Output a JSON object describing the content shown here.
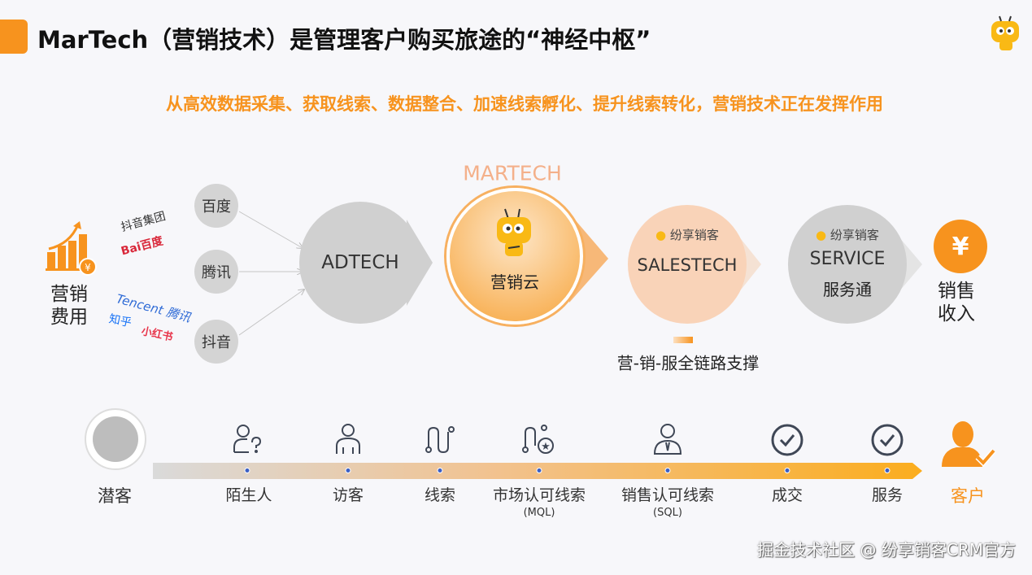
{
  "header": {
    "title": "MarTech（营销技术）是管理客户购买旅途的“神经中枢”",
    "subtitle": "从高效数据采集、获取线索、数据整合、加速线索孵化、提升线索转化，营销技术正在发挥作用",
    "accent": "#f7931e"
  },
  "left": {
    "cost_label_1": "营销",
    "cost_label_2": "费用",
    "logos": [
      "抖音集团",
      "Bai百度",
      "Tencent 腾讯",
      "知乎",
      "小红书"
    ]
  },
  "channels": [
    "百度",
    "腾讯",
    "抖音"
  ],
  "stages": {
    "adtech": "ADTECH",
    "martech_heading": "MARTECH",
    "martech": "营销云",
    "salestech_brand": "纷享销客",
    "salestech": "SALESTECH",
    "service_brand": "纷享销客",
    "service": "SERVICE",
    "service_sub": "服务通",
    "revenue_1": "销售",
    "revenue_2": "收入",
    "support_note": "营-销-服全链路支撑"
  },
  "journey": {
    "start": "潜客",
    "steps": [
      {
        "label": "陌生人",
        "icon": "person-question-icon"
      },
      {
        "label": "访客",
        "icon": "person-icon"
      },
      {
        "label": "线索",
        "icon": "path-icon"
      },
      {
        "label": "市场认可线索",
        "sub": "(MQL)",
        "icon": "path-star-icon"
      },
      {
        "label": "销售认可线索",
        "sub": "(SQL)",
        "icon": "businessman-icon"
      },
      {
        "label": "成交",
        "icon": "check-circle-icon"
      },
      {
        "label": "服务",
        "icon": "check-circle-icon"
      }
    ],
    "end": "客户"
  },
  "watermark": "掘金技术社区 @ 纷享销客CRM官方"
}
